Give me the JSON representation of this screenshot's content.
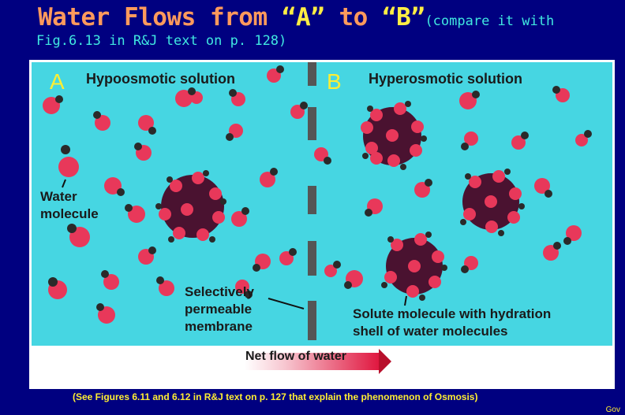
{
  "title": {
    "prefix": "Water Flows from ",
    "quote_a": "“A”",
    "middle": " to ",
    "quote_b": "“B”",
    "aside": "(compare it with"
  },
  "subtitle": "Fig.6.13 in R&J text on p. 128)",
  "diagram": {
    "side_a": {
      "letter": "A",
      "title": "Hypoosmotic solution"
    },
    "side_b": {
      "letter": "B",
      "title": "Hyperosmotic solution"
    },
    "labels": {
      "water_molecule": [
        "Water",
        "molecule"
      ],
      "membrane": [
        "Selectively",
        "permeable",
        "membrane"
      ],
      "solute": [
        "Solute molecule with hydration",
        "shell of water molecules"
      ]
    },
    "flow_label": "Net flow of water",
    "colors": {
      "solution": "#46d6e2",
      "water_oxygen": "#e8385a",
      "water_hydrogen": "#2a2a2a",
      "solute": "#4a1230",
      "membrane": "#555555"
    }
  },
  "footnote": "(See Figures 6.11 and 6.12 in R&J text on p. 127 that explain the phenomenon of Osmosis)",
  "corner_mark": "Gov"
}
